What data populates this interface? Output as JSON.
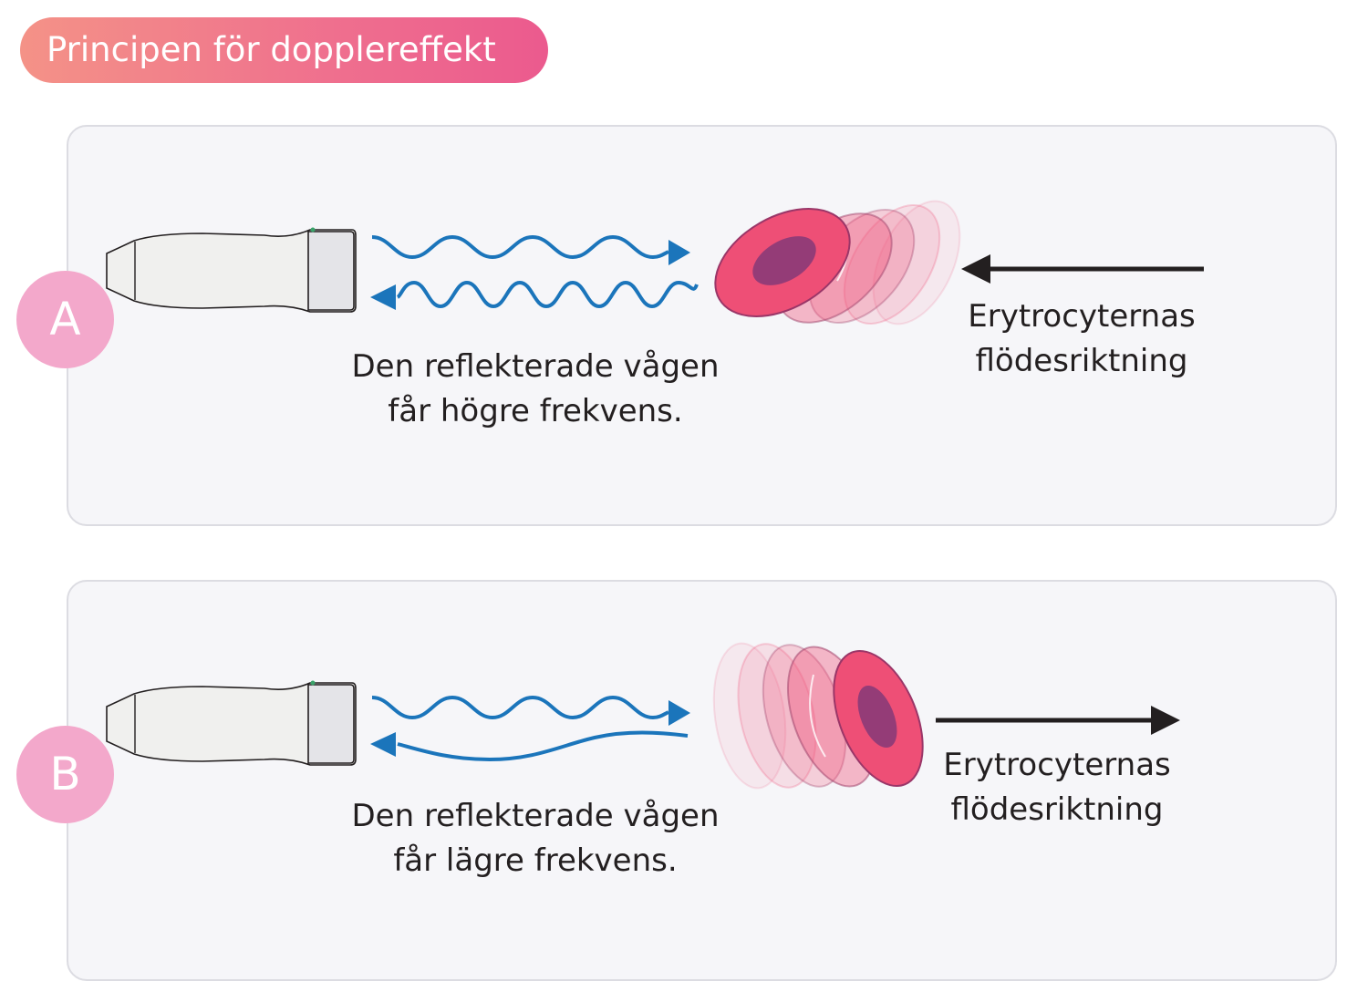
{
  "title": "Principen för dopplereffekt",
  "colors": {
    "title_gradient": [
      "#f49287",
      "#eb5a8e"
    ],
    "panel_background": "#f6f6f9",
    "badge": "#f3a8cb",
    "wave": "#1b75bb",
    "cell_fill": "#ee4f76",
    "cell_core": "#8a3a78",
    "arrow": "#231f20"
  },
  "panels": [
    {
      "label": "A",
      "caption_line1": "Den reflekterade vågen",
      "caption_line2": "får högre frekvens.",
      "flow_line1": "Erytrocyternas",
      "flow_line2": "flödesriktning",
      "flow_direction": "left",
      "reflected_wave": "higher frequency"
    },
    {
      "label": "B",
      "caption_line1": "Den reflekterade vågen",
      "caption_line2": "får lägre frekvens.",
      "flow_line1": "Erytrocyternas",
      "flow_line2": "flödesriktning",
      "flow_direction": "right",
      "reflected_wave": "lower frequency"
    }
  ]
}
